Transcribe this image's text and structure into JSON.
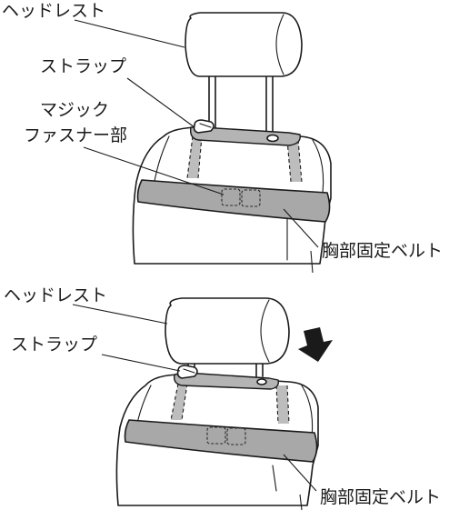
{
  "diagrams": [
    {
      "labels": {
        "headrest": "ヘッドレスト",
        "strap": "ストラップ",
        "velcro_line1": "マジック",
        "velcro_line2": "ファスナー部",
        "chest_belt": "胸部固定ベルト"
      }
    },
    {
      "labels": {
        "headrest": "ヘッドレスト",
        "strap": "ストラップ",
        "chest_belt": "胸部固定ベルト"
      }
    }
  ]
}
